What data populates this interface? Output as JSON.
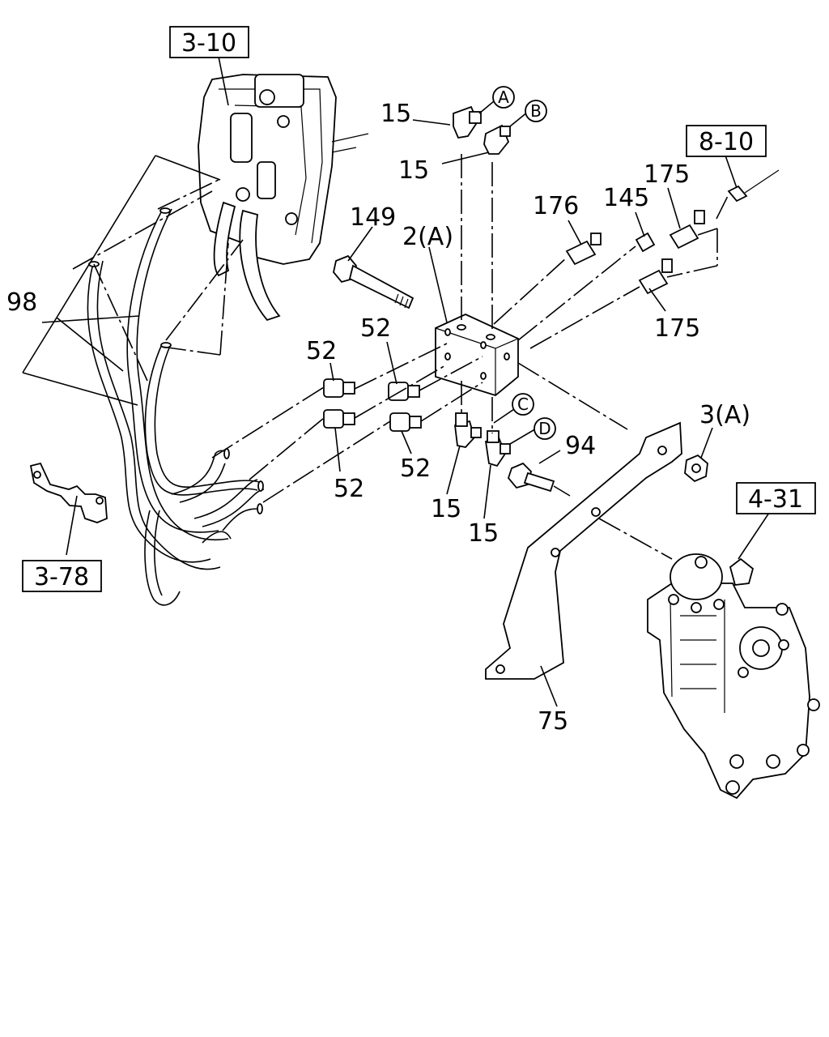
{
  "refs": {
    "r_3_10": "3-10",
    "r_8_10": "8-10",
    "r_3_78": "3-78",
    "r_4_31": "4-31"
  },
  "callouts": {
    "a": "A",
    "b": "B",
    "c": "C",
    "d": "D"
  },
  "labels": {
    "l15_a": "15",
    "l15_b": "15",
    "l15_c": "15",
    "l15_d": "15",
    "l149": "149",
    "l2a": "2(A)",
    "l176": "176",
    "l145": "145",
    "l175_top": "175",
    "l175_bot": "175",
    "l98": "98",
    "l52_a": "52",
    "l52_b": "52",
    "l52_c": "52",
    "l52_d": "52",
    "l94": "94",
    "l3a": "3(A)",
    "l75": "75"
  }
}
